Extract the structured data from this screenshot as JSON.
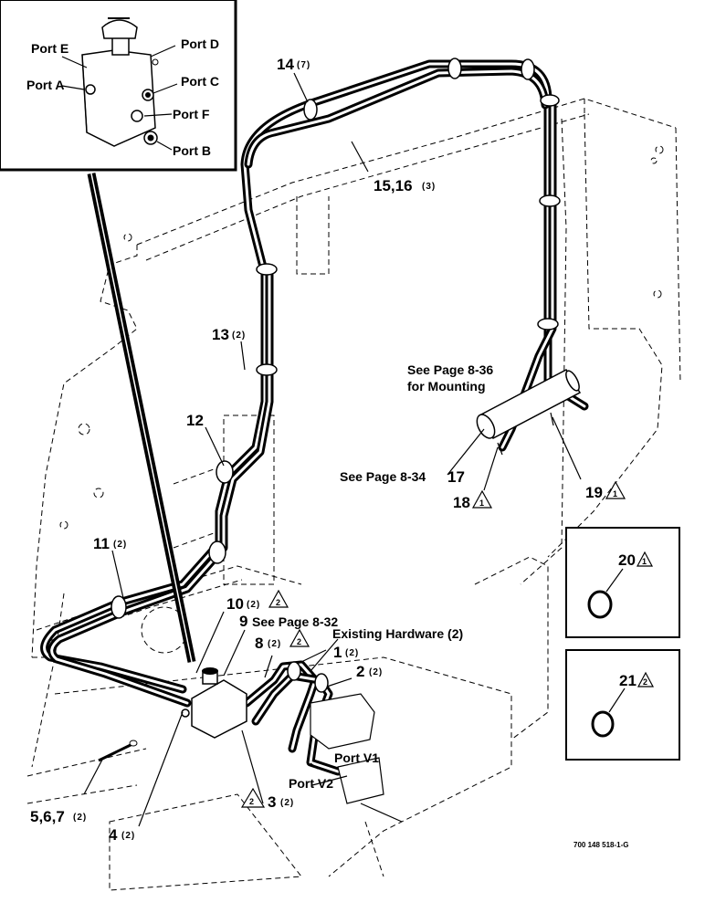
{
  "inset_ports": {
    "port_e": "Port E",
    "port_d": "Port D",
    "port_a": "Port A",
    "port_c": "Port C",
    "port_f": "Port F",
    "port_b": "Port B"
  },
  "callouts": {
    "c14": "14",
    "c14_qty": "(7)",
    "c15": "15,16",
    "c15_qty": "(3)",
    "c13": "13",
    "c13_qty": "(2)",
    "c12": "12",
    "c11": "11",
    "c11_qty": "(2)",
    "c10": "10",
    "c10_qty": "(2)",
    "c10_note": "2",
    "c9": "9",
    "c9_ref": "See Page 8-32",
    "c8": "8",
    "c8_qty": "(2)",
    "c8_note": "2",
    "existing": "Existing Hardware (2)",
    "c1": "1",
    "c1_qty": "(2)",
    "c2": "2",
    "c2_qty": "(2)",
    "port_v1": "Port V1",
    "port_v2": "Port V2",
    "c3_note": "2",
    "c3": "3",
    "c3_qty": "(2)",
    "c4": "4",
    "c4_qty": "(2)",
    "c567": "5,6,7",
    "c567_qty": "(2)",
    "ref_836_a": "See Page 8-36",
    "ref_836_b": "for Mounting",
    "ref_834": "See Page 8-34",
    "c17": "17",
    "c18": "18",
    "c18_note": "1",
    "c19": "19",
    "c19_note": "1",
    "c20": "20",
    "c20_note": "1",
    "c21": "21",
    "c21_note": "2"
  },
  "drawing_number": "700 148 518-1-G"
}
